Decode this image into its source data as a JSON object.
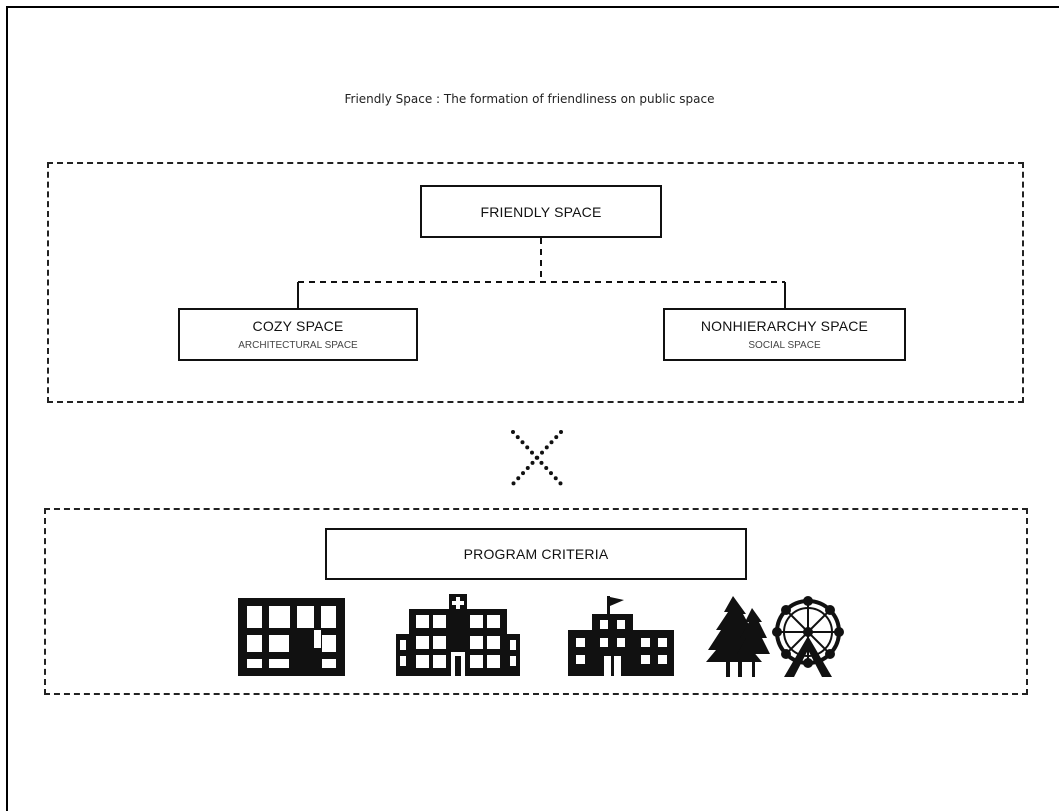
{
  "title": "Friendly Space : The formation of friendliness on public space",
  "top_section": {
    "root": {
      "label": "FRIENDLY SPACE"
    },
    "left": {
      "label": "COZY SPACE",
      "sublabel": "ARCHITECTURAL SPACE"
    },
    "right": {
      "label": "NONHIERARCHY SPACE",
      "sublabel": "SOCIAL SPACE"
    }
  },
  "bottom_section": {
    "header": {
      "label": "PROGRAM CRITERIA"
    },
    "icons": [
      "apartment-building-icon",
      "hospital-icon",
      "school-icon",
      "trees-icon",
      "ferris-wheel-icon"
    ]
  },
  "connector_icon": "dotted-cross-icon",
  "colors": {
    "line": "#111111",
    "background": "#ffffff"
  }
}
